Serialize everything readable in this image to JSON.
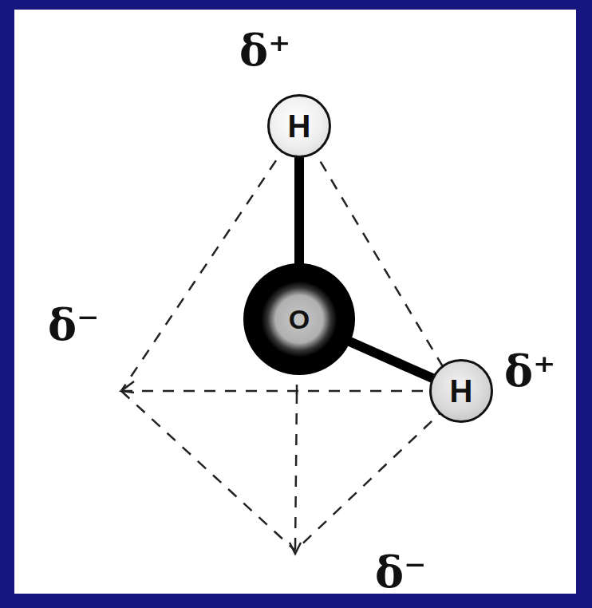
{
  "diagram": {
    "nodes": [
      {
        "text": [
          "H"
        ]
      },
      {
        "text": [
          "O"
        ]
      },
      {
        "text": [
          "H"
        ]
      }
    ],
    "edges": [
      {
        "from": 1,
        "to": 0,
        "arrow": "none"
      },
      {
        "from": 1,
        "to": 2,
        "arrow": "none"
      }
    ],
    "labels": [
      "δ⁺",
      "δ⁻",
      "δ⁺",
      "δ⁻"
    ]
  }
}
